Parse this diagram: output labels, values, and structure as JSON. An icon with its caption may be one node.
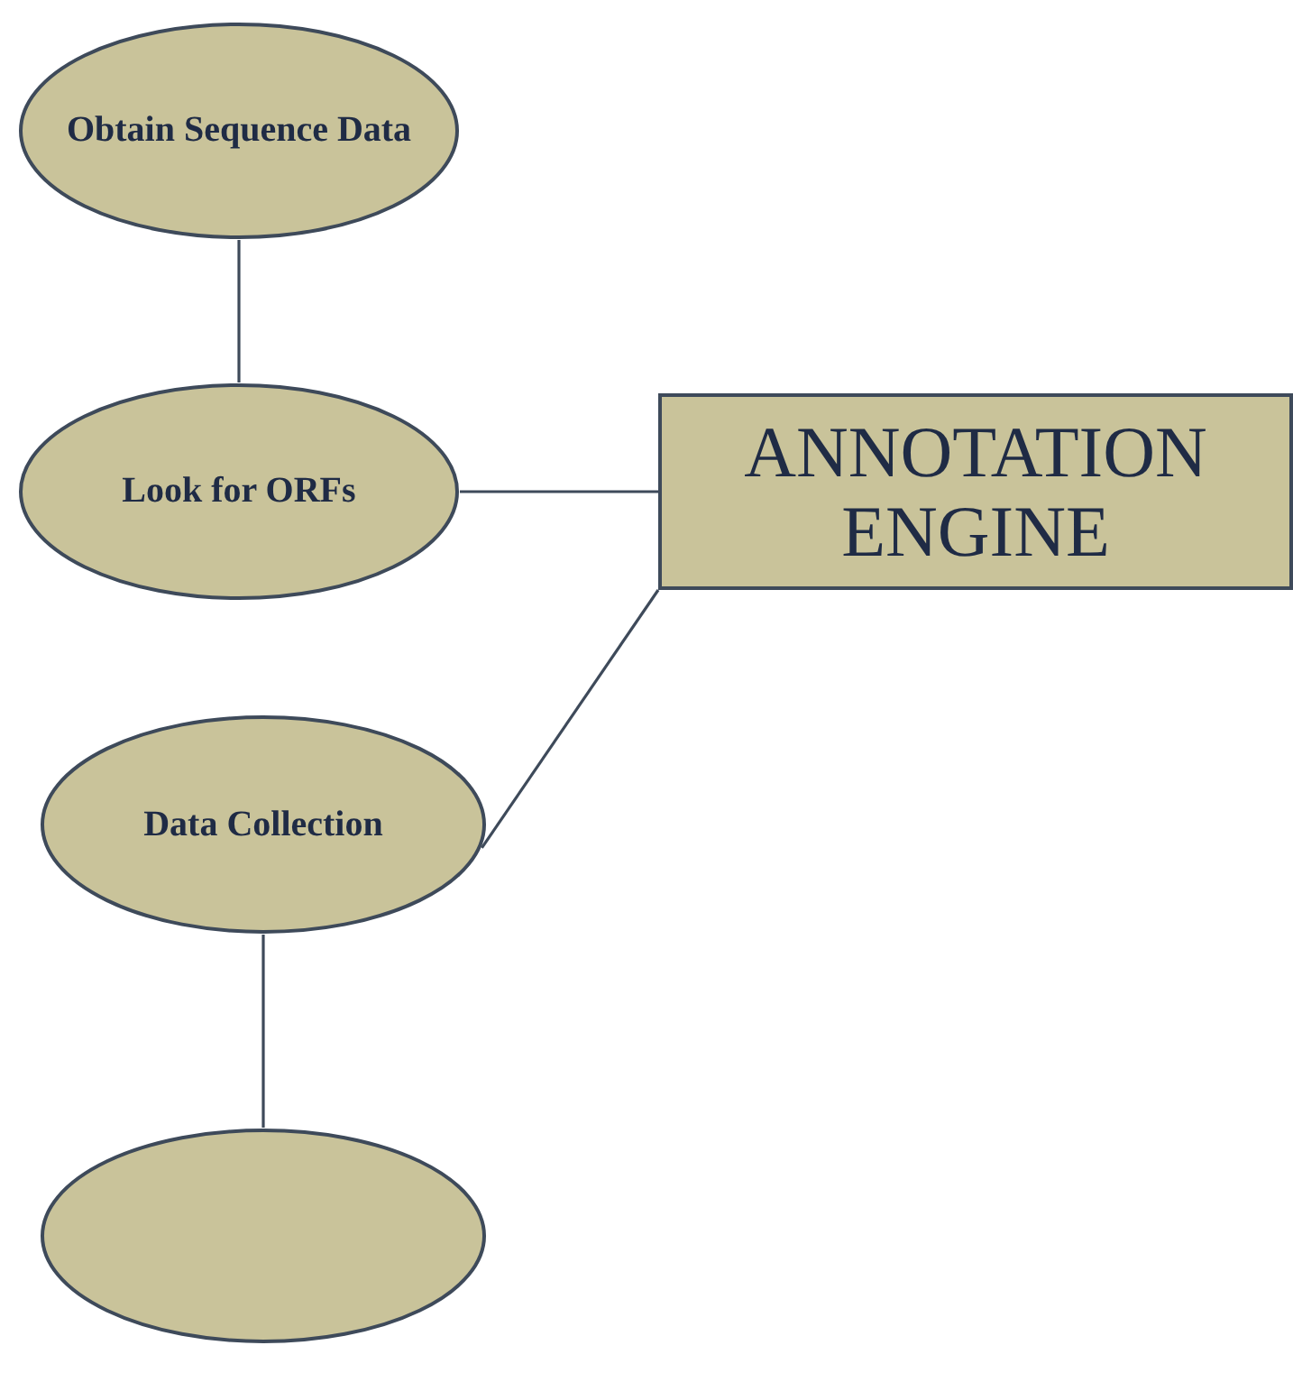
{
  "diagram": {
    "nodes": [
      {
        "text": [
          "Obtain Sequence Data"
        ]
      },
      {
        "text": [
          "Look for ORFs"
        ]
      },
      {
        "text": [
          "ANNOTATION ENGINE"
        ]
      },
      {
        "text": [
          "Data Collection"
        ]
      },
      {
        "text": [],
        "shape": "ellipse"
      }
    ],
    "edges": [
      {
        "from": 0,
        "to": 1,
        "arrow": "none"
      },
      {
        "from": 1,
        "to": 2,
        "arrow": "none"
      },
      {
        "from": 3,
        "to": 2,
        "arrow": "none"
      },
      {
        "from": 3,
        "to": 4,
        "arrow": "none"
      }
    ]
  }
}
